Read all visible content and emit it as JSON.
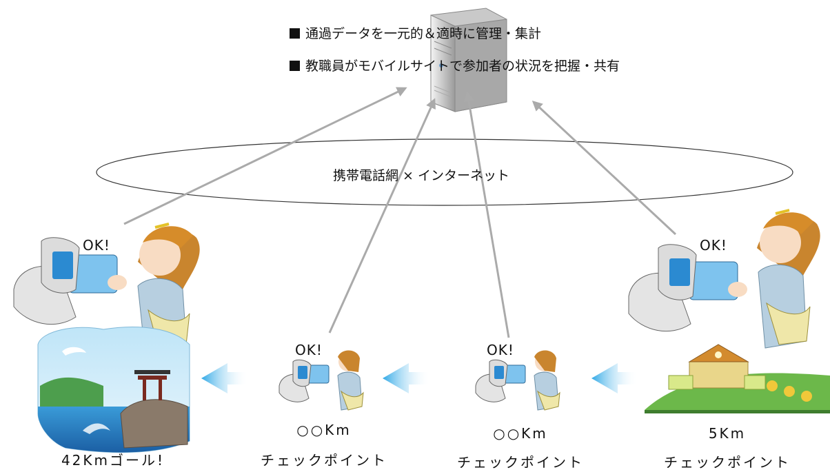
{
  "server": {
    "bullets": [
      "通過データを一元的＆適時に管理・集計",
      "教職員がモバイルサイトで参加者の状況を把握・共有"
    ]
  },
  "network": {
    "label": "携帯電話網 × インターネット"
  },
  "ok_labels": {
    "large_left": "OK!",
    "large_right": "OK!",
    "small_mid_left": "OK!",
    "small_mid_right": "OK!"
  },
  "checkpoints": [
    {
      "distance": "42Kmゴール!",
      "caption": ""
    },
    {
      "distance": "○○Km",
      "caption": "チェックポイント"
    },
    {
      "distance": "○○Km",
      "caption": "チェックポイント"
    },
    {
      "distance": "5Km",
      "caption": "チェックポイント"
    }
  ]
}
